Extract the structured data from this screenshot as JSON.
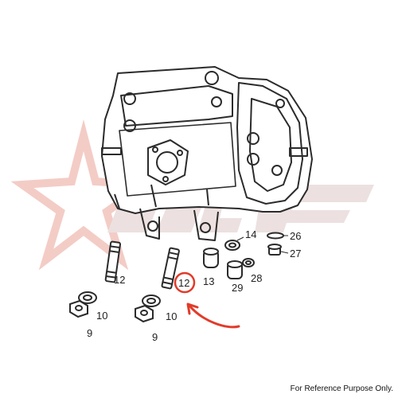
{
  "footer": {
    "note": "For Reference Purpose Only."
  },
  "colors": {
    "line": "#2b2b2b",
    "highlight": "#e23b2a",
    "watermark": "#f2c7c0"
  },
  "callouts": [
    {
      "id": "12a",
      "label": "12"
    },
    {
      "id": "12b",
      "label": "12",
      "highlighted": true
    },
    {
      "id": "13",
      "label": "13"
    },
    {
      "id": "14",
      "label": "14"
    },
    {
      "id": "26",
      "label": "26"
    },
    {
      "id": "27",
      "label": "27"
    },
    {
      "id": "28",
      "label": "28"
    },
    {
      "id": "29",
      "label": "29"
    },
    {
      "id": "10a",
      "label": "10"
    },
    {
      "id": "10b",
      "label": "10"
    },
    {
      "id": "9a",
      "label": "9"
    },
    {
      "id": "9b",
      "label": "9"
    }
  ]
}
